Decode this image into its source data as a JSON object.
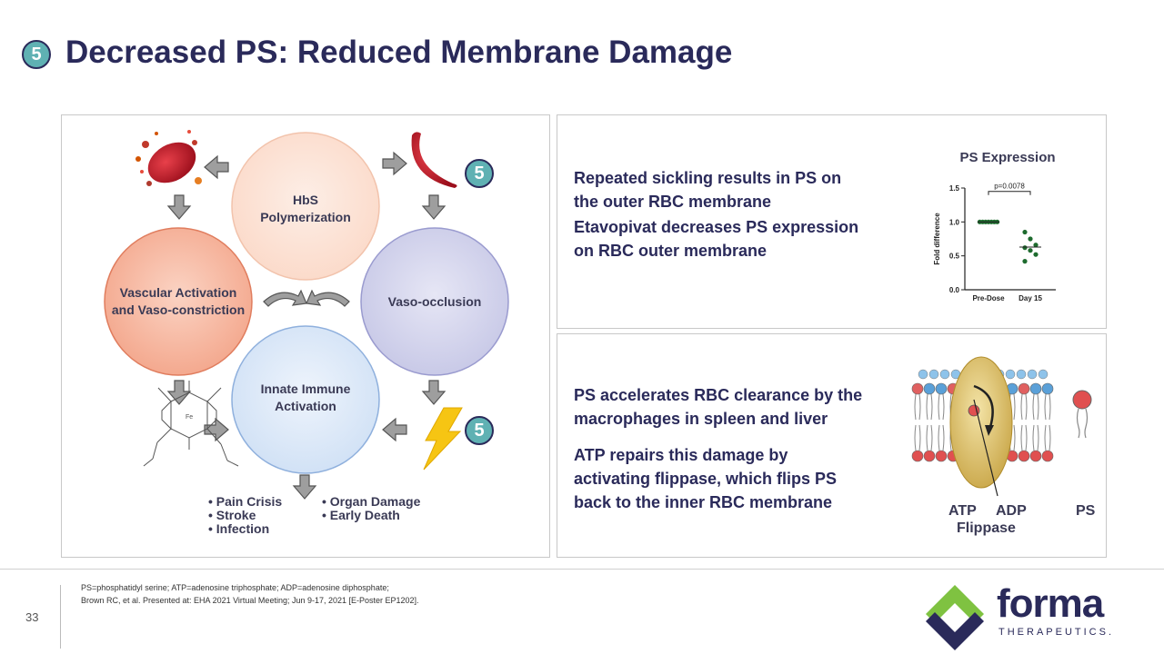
{
  "header": {
    "badge": "5",
    "title": "Decreased PS: Reduced Membrane Damage"
  },
  "diagram": {
    "hbs": [
      "HbS",
      "Polymerization"
    ],
    "vascular": [
      "Vascular Activation",
      "and Vaso-constriction"
    ],
    "vaso": "Vaso-occlusion",
    "innate": [
      "Innate Immune",
      "Activation"
    ],
    "badge1": "5",
    "badge2": "5",
    "outcomes_left": [
      "• Pain Crisis",
      "• Stroke",
      "• Infection"
    ],
    "outcomes_right": [
      "• Organ Damage",
      "• Early Death"
    ]
  },
  "top_panel": {
    "line1": [
      "Repeated sickling results in PS on",
      "the outer RBC membrane"
    ],
    "line2": [
      "Etavopivat decreases PS expression",
      "on RBC outer membrane"
    ],
    "chart_title": "PS Expression"
  },
  "chart_data": {
    "type": "scatter",
    "title": "PS Expression",
    "ylabel": "Fold difference",
    "categories": [
      "Pre-Dose",
      "Day 15"
    ],
    "yticks": [
      "0.0",
      "0.5",
      "1.0",
      "1.5"
    ],
    "ylim": [
      0,
      1.5
    ],
    "annotation": "p=0.0078",
    "series": [
      {
        "category": "Pre-Dose",
        "values": [
          1.0,
          1.0,
          1.0,
          1.0,
          1.0,
          1.0,
          1.0
        ],
        "median": 1.0
      },
      {
        "category": "Day 15",
        "values": [
          0.85,
          0.75,
          0.66,
          0.62,
          0.58,
          0.52,
          0.42
        ],
        "median": 0.63
      }
    ],
    "color": "#1e6b2e"
  },
  "bottom_panel": {
    "line1": [
      "PS accelerates RBC clearance by the",
      "macrophages in spleen and liver"
    ],
    "line2": [
      "ATP repairs this damage by",
      "activating flippase, which flips PS",
      "back to the inner RBC membrane"
    ],
    "label_atp": "ATP",
    "label_adp": "ADP",
    "label_flippase": "Flippase",
    "label_ps": "PS"
  },
  "footer": {
    "page": "33",
    "note1": "PS=phosphatidyl serine; ATP=adenosine triphosphate; ADP=adenosine diphosphate;",
    "note2": "Brown RC, et al. Presented at: EHA 2021 Virtual Meeting; Jun 9-17, 2021 [E-Poster EP1202].",
    "logo_word": "forma",
    "logo_sub": "THERAPEUTICS."
  },
  "colors": {
    "navy": "#2a2a5a",
    "teal_badge": "#5fb1b3",
    "logo_green": "#7fc241",
    "chart_green": "#1e6b2e"
  }
}
